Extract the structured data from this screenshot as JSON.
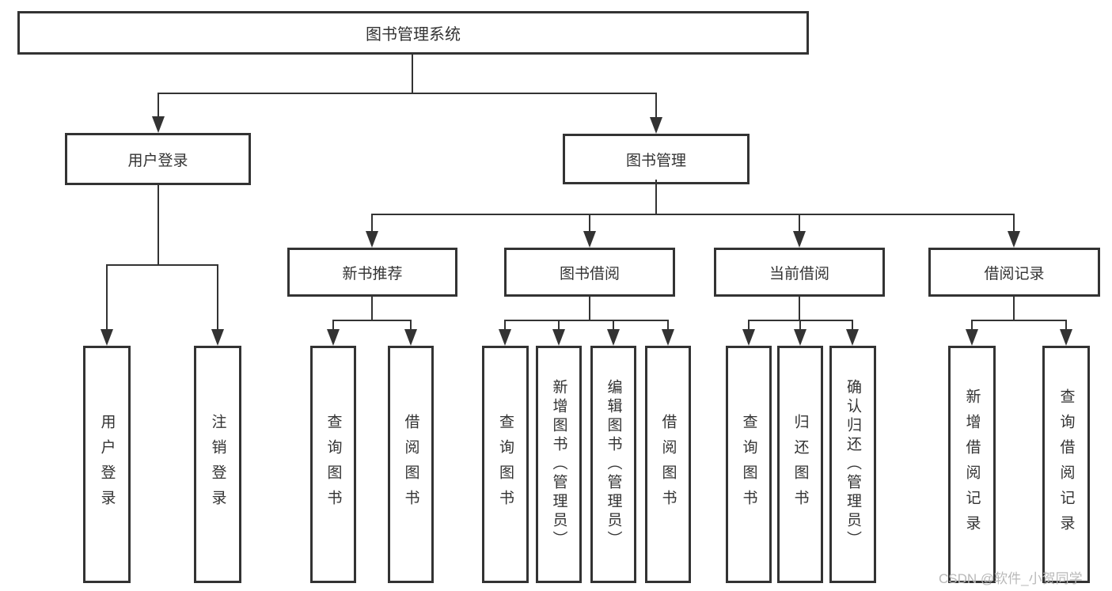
{
  "diagram": {
    "root": {
      "label": "图书管理系统"
    },
    "level2": [
      {
        "label": "用户登录"
      },
      {
        "label": "图书管理"
      }
    ],
    "level3": [
      {
        "label": "新书推荐"
      },
      {
        "label": "图书借阅"
      },
      {
        "label": "当前借阅"
      },
      {
        "label": "借阅记录"
      }
    ],
    "leaves": {
      "login": [
        {
          "label": "用户登录"
        },
        {
          "label": "注销登录"
        }
      ],
      "recommend": [
        {
          "label": "查询图书"
        },
        {
          "label": "借阅图书"
        }
      ],
      "borrow": [
        {
          "label": "查询图书"
        },
        {
          "label": "新增图书（管理员）"
        },
        {
          "label": "编辑图书（管理员）"
        },
        {
          "label": "借阅图书"
        }
      ],
      "current": [
        {
          "label": "查询图书"
        },
        {
          "label": "归还图书"
        },
        {
          "label": "确认归还（管理员）"
        }
      ],
      "records": [
        {
          "label": "新增借阅记录"
        },
        {
          "label": "查询借阅记录"
        }
      ]
    },
    "watermark": "CSDN @软件_小贺同学",
    "colors": {
      "line": "#333333",
      "text": "#333333",
      "background": "#ffffff",
      "watermark": "#b9b9b9"
    }
  }
}
